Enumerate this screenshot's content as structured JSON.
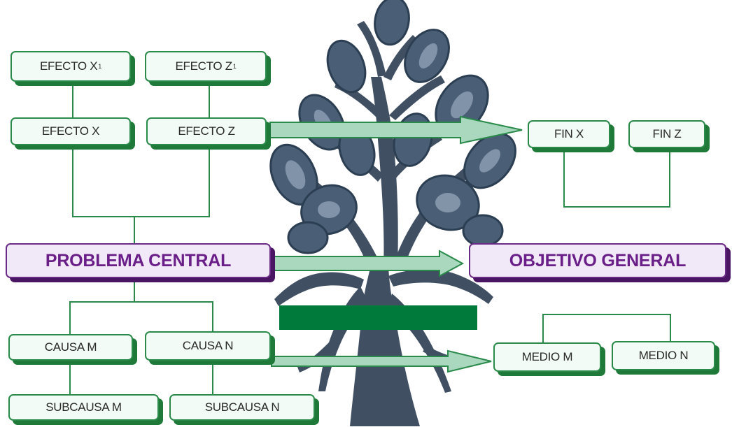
{
  "problem_tree": {
    "effects_top": [
      {
        "label": "EFECTO X",
        "sub": "1"
      },
      {
        "label": "EFECTO Z",
        "sub": "1"
      }
    ],
    "effects": [
      {
        "label": "EFECTO X"
      },
      {
        "label": "EFECTO Z"
      }
    ],
    "central_problem": "PROBLEMA CENTRAL",
    "causes": [
      {
        "label": "CAUSA M"
      },
      {
        "label": "CAUSA N"
      }
    ],
    "subcauses": [
      {
        "label": "SUBCAUSA M"
      },
      {
        "label": "SUBCAUSA N"
      }
    ]
  },
  "objective_tree": {
    "ends": [
      {
        "label": "FIN X"
      },
      {
        "label": "FIN Z"
      }
    ],
    "general_objective": "OBJETIVO GENERAL",
    "means": [
      {
        "label": "MEDIO M"
      },
      {
        "label": "MEDIO N"
      }
    ]
  },
  "colors": {
    "green_border": "#2a8a4a",
    "green_shadow": "#1f7a3a",
    "green_fill": "#f2fbf5",
    "purple_text": "#6a1f88",
    "purple_fill": "#f1e9f7",
    "arrow_fill": "#a9d8bf",
    "arrow_stroke": "#2a8a4a",
    "tree_color": "#2c3e52",
    "bar_color": "#007a3a"
  },
  "icons": [
    "tree-illustration",
    "right-arrow"
  ]
}
